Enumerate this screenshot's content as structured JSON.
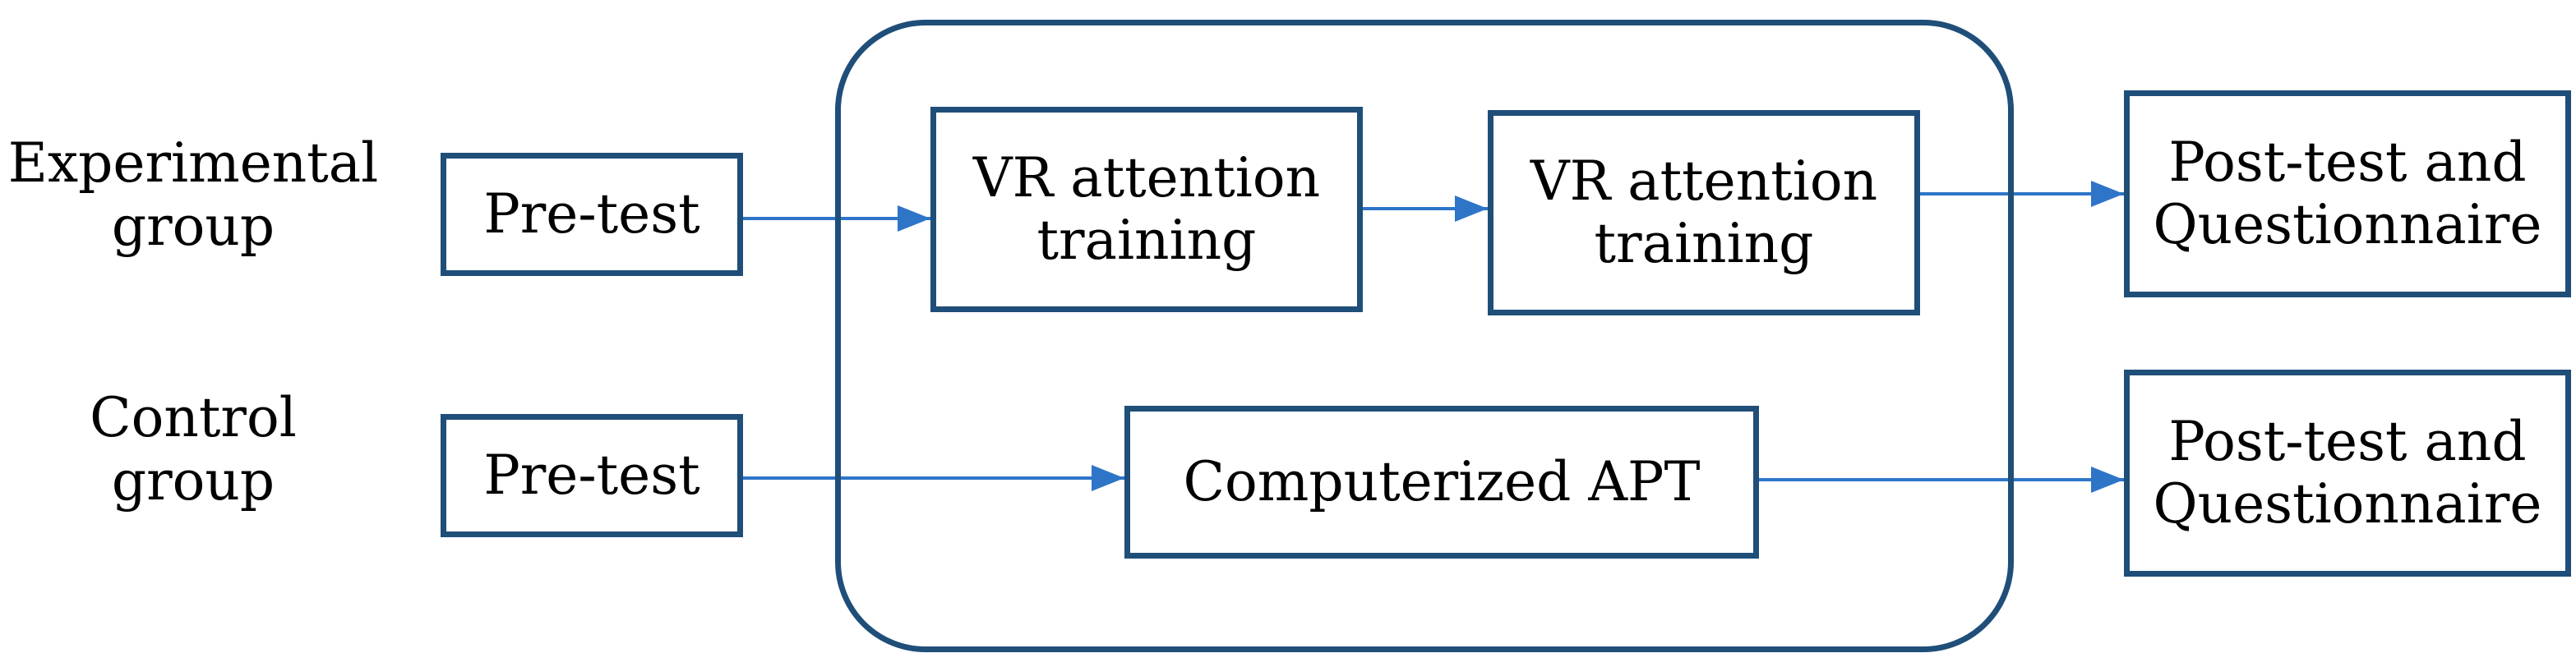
{
  "colors": {
    "box_border": "#1f4e79",
    "arrow": "#2e75c8",
    "text": "#000000",
    "background": "#ffffff"
  },
  "rows": {
    "experimental": {
      "label": "Experimental\ngroup",
      "pretest": "Pre-test",
      "training_1": "VR attention\ntraining",
      "training_2": "VR attention\ntraining",
      "posttest": "Post-test and\nQuestionnaire"
    },
    "control": {
      "label": "Control\ngroup",
      "pretest": "Pre-test",
      "training": "Computerized APT",
      "posttest": "Post-test and\nQuestionnaire"
    }
  }
}
